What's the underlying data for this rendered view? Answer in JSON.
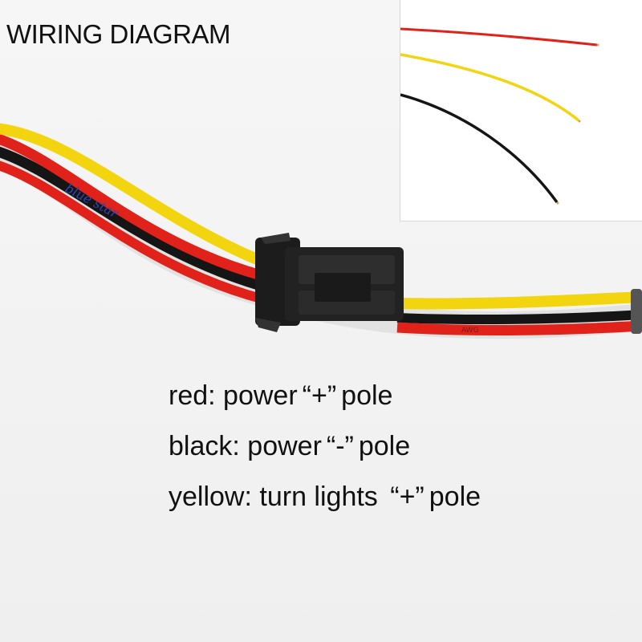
{
  "title": "WIRING DIAGRAM",
  "cable_print": {
    "brand": "blue star",
    "gauge": "AWG"
  },
  "wires": [
    {
      "id": "red",
      "color": "#e0221b"
    },
    {
      "id": "yellow",
      "color": "#f2d40f"
    },
    {
      "id": "black",
      "color": "#151515"
    }
  ],
  "legend": [
    {
      "color_name": "red",
      "sep": ":",
      "function": "power",
      "mark": "“+”",
      "suffix": "pole"
    },
    {
      "color_name": "black",
      "sep": ":",
      "function": "power",
      "mark": "“-”",
      "suffix": "pole"
    },
    {
      "color_name": "yellow",
      "sep": ":",
      "function": "turn lights",
      "mark": "“+”",
      "suffix": "pole"
    }
  ]
}
